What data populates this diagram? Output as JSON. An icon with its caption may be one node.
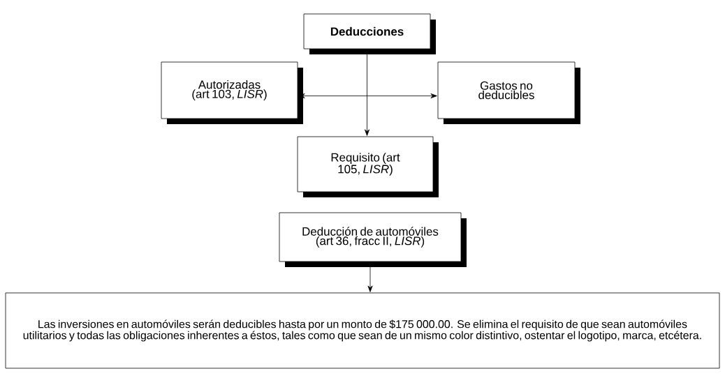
{
  "diagram": {
    "nodes": [
      {
        "text": [
          "Deducciones"
        ]
      },
      {
        "text": [
          "Autorizadas (art 103, *LISR*)"
        ]
      },
      {
        "text": [
          "Gastos no deducibles"
        ]
      },
      {
        "text": [
          "Requisito (art 105, *LISR*)"
        ]
      },
      {
        "text": [
          "Deducción de automóviles (art 36, fracc II, *LISR*)"
        ]
      },
      {
        "text": [
          "Las inversiones en automóviles serán deducibles hasta por un monto de $175 000.00. Se elimina el requisito de que sean automóviles utilitarios y todas las obligaciones inherentes a éstos, tales como que sean de un mismo color distintivo, ostentar el logotipo, marca, etcétera."
        ]
      }
    ],
    "edges": [
      {
        "from": 0,
        "to": 3,
        "arrow": "to"
      },
      {
        "from": 1,
        "to": 2,
        "arrow": "both"
      },
      {
        "from": 4,
        "to": 5,
        "arrow": "to"
      }
    ]
  }
}
